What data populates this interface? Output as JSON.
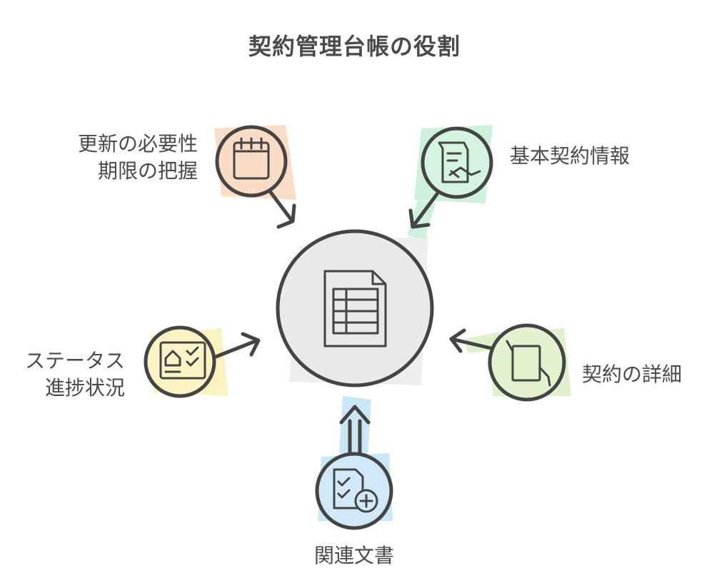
{
  "title": "契約管理台帳の役割",
  "center": {
    "icon": "spreadsheet-document-icon"
  },
  "nodes": {
    "renewal": {
      "lines": [
        "更新の必要性",
        "期限の把握"
      ],
      "icon": "calendar-icon",
      "color": "#f9d9c0"
    },
    "basic_info": {
      "lines": [
        "基本契約情報"
      ],
      "icon": "handshake-contract-icon",
      "color": "#c9efd8"
    },
    "status": {
      "lines": [
        "ステータス",
        "進捗状況"
      ],
      "icon": "checklist-home-icon",
      "color": "#fbf1b9"
    },
    "details": {
      "lines": [
        "契約の詳細"
      ],
      "icon": "hand-holding-document-icon",
      "color": "#ddeec7"
    },
    "related_docs": {
      "lines": [
        "関連文書"
      ],
      "icon": "document-add-icon",
      "color": "#c4e4f7"
    }
  },
  "colors": {
    "stroke": "#444444",
    "center_fill": "#e8e8e8",
    "text": "#4a4a4a"
  }
}
